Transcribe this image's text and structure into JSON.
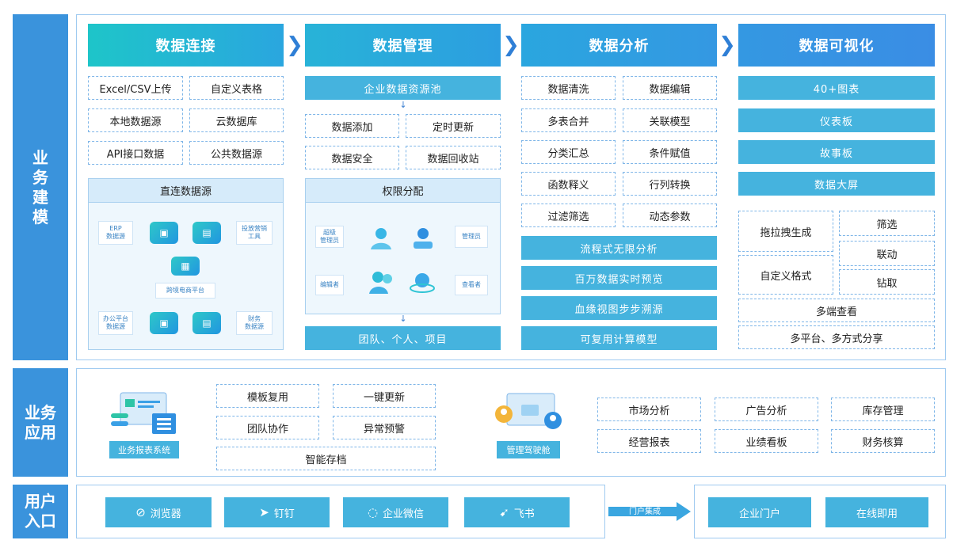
{
  "side_labels": {
    "modeling": "业\n务\n建\n模",
    "application": "业务\n应用",
    "entry": "用户\n入口"
  },
  "stages": {
    "connect": {
      "title": "数据连接",
      "items": [
        "Excel/CSV上传",
        "自定义表格",
        "本地数据源",
        "云数据库",
        "API接口数据",
        "公共数据源"
      ],
      "direct": {
        "title": "直连数据源",
        "labels": [
          "ERP\n数据源",
          "投放营销\n工具",
          "跨境电商平台",
          "办公平台\n数据源",
          "财务\n数据源"
        ]
      }
    },
    "manage": {
      "title": "数据管理",
      "pool": "企业数据资源池",
      "items": [
        "数据添加",
        "定时更新",
        "数据安全",
        "数据回收站"
      ],
      "perm": {
        "title": "权限分配",
        "labels": [
          "超级\n管理员",
          "管理员",
          "编辑者",
          "查看者"
        ]
      },
      "team": "团队、个人、项目"
    },
    "analyze": {
      "title": "数据分析",
      "items": [
        "数据清洗",
        "数据编辑",
        "多表合并",
        "关联模型",
        "分类汇总",
        "条件赋值",
        "函数释义",
        "行列转换",
        "过滤筛选",
        "动态参数"
      ],
      "bars": [
        "流程式无限分析",
        "百万数据实时预览",
        "血缘视图步步溯源",
        "可复用计算模型"
      ]
    },
    "visual": {
      "title": "数据可视化",
      "bars": [
        "40+图表",
        "仪表板",
        "故事板",
        "数据大屏"
      ],
      "drag": "拖拉拽生成",
      "custom": "自定义格式",
      "ops": [
        "筛选",
        "联动",
        "钻取"
      ],
      "multi_view": "多端查看",
      "share": "多平台、多方式分享"
    }
  },
  "application": {
    "report_system": "业务报表系统",
    "features": [
      "模板复用",
      "一键更新",
      "团队协作",
      "异常预警",
      "智能存档"
    ],
    "cockpit": "管理驾驶舱",
    "scenes": [
      "市场分析",
      "广告分析",
      "库存管理",
      "经营报表",
      "业绩看板",
      "财务核算"
    ]
  },
  "entry": {
    "clients": [
      {
        "label": "浏览器",
        "icon": "compass-icon"
      },
      {
        "label": "钉钉",
        "icon": "dingtalk-icon"
      },
      {
        "label": "企业微信",
        "icon": "wecom-icon"
      },
      {
        "label": "飞书",
        "icon": "feishu-icon"
      }
    ],
    "integration": "门户集成",
    "portals": [
      "企业门户",
      "在线即用"
    ]
  },
  "colors": {
    "sidebar": "#3a93dc",
    "connect": "#1ec5c9",
    "stage": "#2f9fe0",
    "bar": "#45b3de",
    "chevron": "#2f7fd6"
  }
}
